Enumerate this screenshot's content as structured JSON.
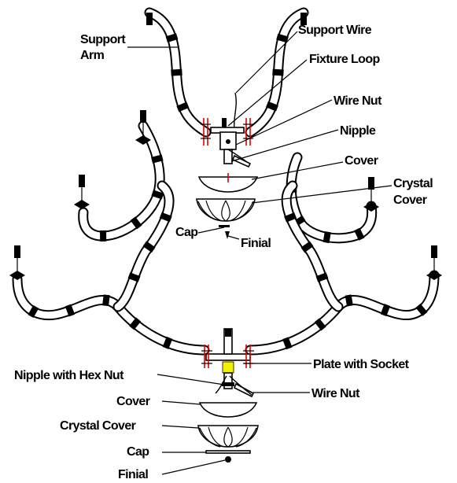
{
  "labels": {
    "support_arm": [
      "Support",
      "Arm"
    ],
    "support_wire": "Support Wire",
    "fixture_loop": "Fixture Loop",
    "wire_nut_top": "Wire Nut",
    "nipple": "Nipple",
    "cover_top": "Cover",
    "crystal_cover_top": [
      "Crystal",
      "Cover"
    ],
    "cap_top": "Cap",
    "finial_top": "Finial",
    "plate_with_socket": "Plate with Socket",
    "nipple_with_hex_nut": "Nipple with Hex Nut",
    "wire_nut_bottom": "Wire Nut",
    "cover_bottom": "Cover",
    "crystal_cover_bottom": "Crystal Cover",
    "cap_bottom": "Cap",
    "finial_bottom": "Finial"
  },
  "colors": {
    "line": "#000000",
    "background": "#ffffff",
    "wires": "#e00000",
    "socket": "#f2f200"
  }
}
